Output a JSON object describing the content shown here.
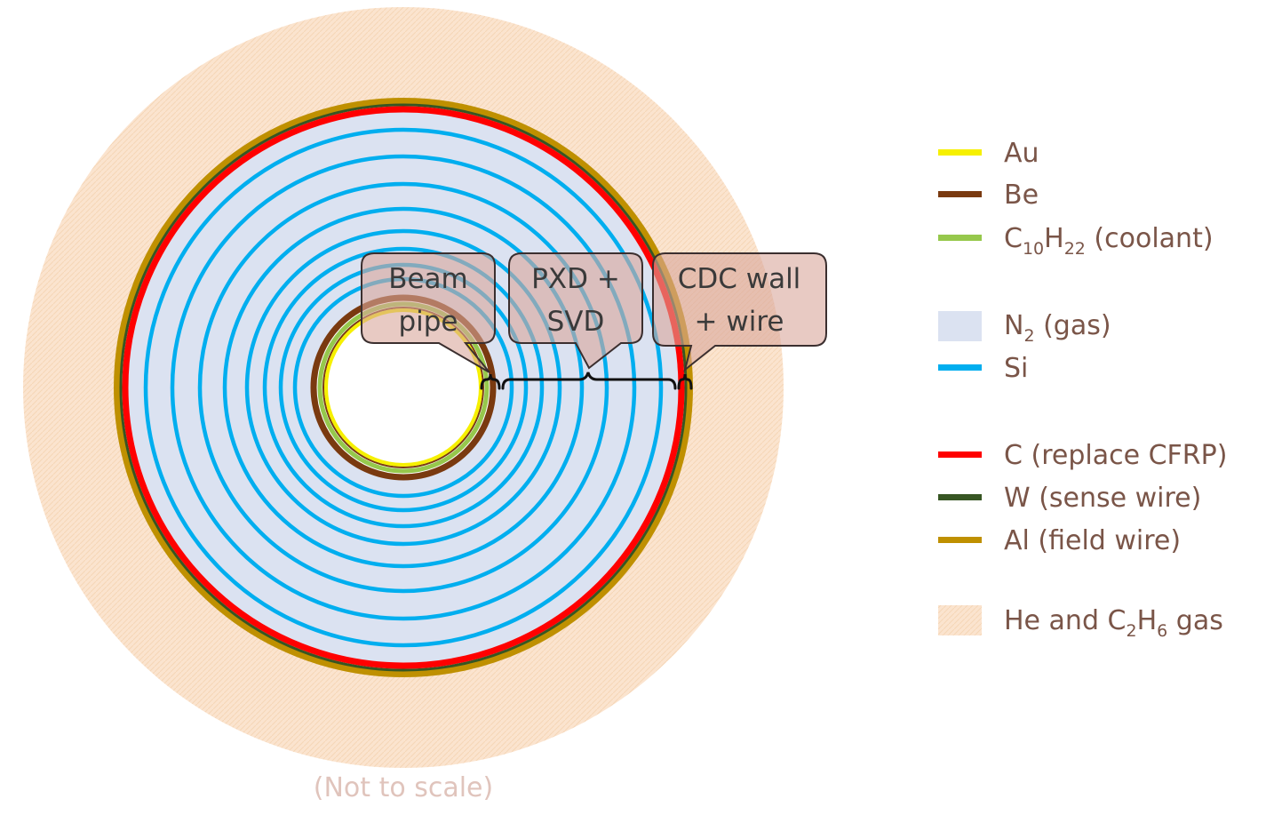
{
  "callouts": {
    "beam_pipe": {
      "line1": "Beam",
      "line2": "pipe"
    },
    "pxd_svd": {
      "line1": "PXD +",
      "line2": "SVD"
    },
    "cdc": {
      "line1": "CDC wall",
      "line2": "+ wire"
    }
  },
  "legend": {
    "au": {
      "label": "Au",
      "color": "#f6f000"
    },
    "be": {
      "label": "Be",
      "color": "#7a3a10"
    },
    "coolant": {
      "c": "C",
      "c_sub": "10",
      "h": "H",
      "h_sub": "22",
      "rest": " (coolant)",
      "color": "#96c84c"
    },
    "n2": {
      "n": "N",
      "n_sub": "2",
      "rest": " (gas)",
      "color": "#dbe2f1"
    },
    "si": {
      "label": "Si",
      "color": "#00aeef"
    },
    "c_cfrp": {
      "label": "C (replace CFRP)",
      "color": "#ff0000"
    },
    "w": {
      "label": "W (sense wire)",
      "color": "#375623"
    },
    "al": {
      "label": "Al (field wire)",
      "color": "#bf9000"
    },
    "he": {
      "he_and": "He and C",
      "sub1": "2",
      "h": "H",
      "sub2": "6",
      "rest": " gas",
      "color": "#fbe5d1"
    }
  },
  "note": "(Not to scale)"
}
